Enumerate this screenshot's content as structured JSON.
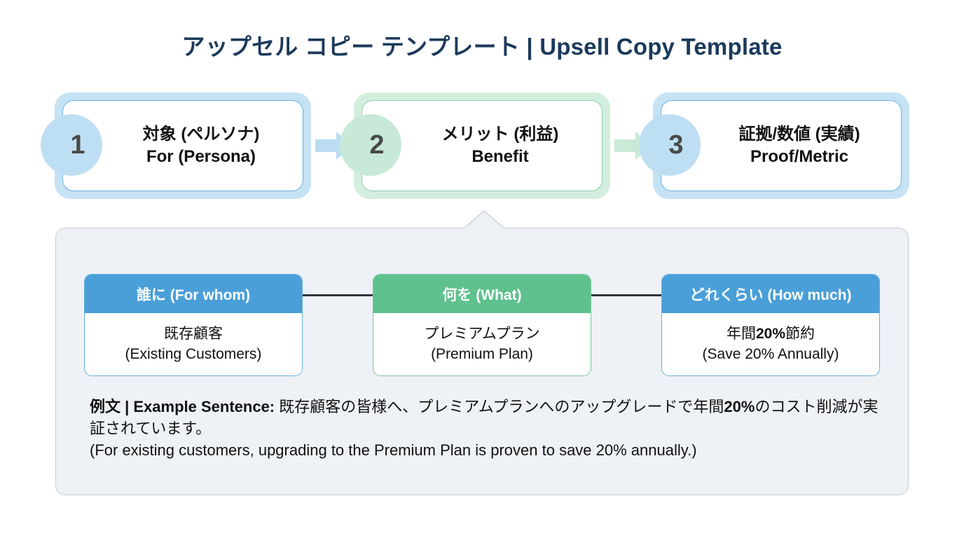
{
  "title": "アップセル コピー テンプレート | Upsell Copy Template",
  "colors": {
    "title": "#1b3a5c",
    "blue_frame": "#c6e2f5",
    "blue_border": "#6bb3e0",
    "blue_circle": "#bedff3",
    "green_frame": "#d4eede",
    "green_border": "#8ccfab",
    "green_circle": "#c8e9d7",
    "card_blue_header": "#4a9fd8",
    "card_green_header": "#5ec18e",
    "panel_bg": "#eef1f5",
    "panel_border": "#c9ced6",
    "connector": "#2c3440",
    "arrow_blue": "#bcdcf2",
    "arrow_green": "#c9e9d6"
  },
  "steps": [
    {
      "number": "1",
      "ja": "対象 (ペルソナ)",
      "en": "For (Persona)",
      "theme": "blue"
    },
    {
      "number": "2",
      "ja": "メリット (利益)",
      "en": "Benefit",
      "theme": "green"
    },
    {
      "number": "3",
      "ja": "証拠/数値 (実績)",
      "en": "Proof/Metric",
      "theme": "blue"
    }
  ],
  "arrows": [
    {
      "name": "arrow-step1-to-step2",
      "theme": "blue"
    },
    {
      "name": "arrow-step2-to-step3",
      "theme": "green"
    }
  ],
  "cards": [
    {
      "header": "誰に (For whom)",
      "body_ja": "既存顧客",
      "body_en": "(Existing Customers)",
      "theme": "blue"
    },
    {
      "header": "何を (What)",
      "body_ja": "プレミアムプラン",
      "body_en": "(Premium Plan)",
      "theme": "green"
    },
    {
      "header": "どれくらい (How much)",
      "body_ja_pre": "年間",
      "body_ja_bold": "20%",
      "body_ja_post": "節約",
      "body_en": "(Save 20% Annually)",
      "theme": "blue"
    }
  ],
  "example": {
    "label": "例文 | Example Sentence:",
    "ja_part1": " 既存顧客の皆様へ、プレミアムプランへのアップグレードで年間",
    "ja_bold": "20%",
    "ja_part2": "のコスト削減が実証されています。",
    "en": "(For existing customers, upgrading to the Premium Plan is proven to save 20% annually.)"
  }
}
